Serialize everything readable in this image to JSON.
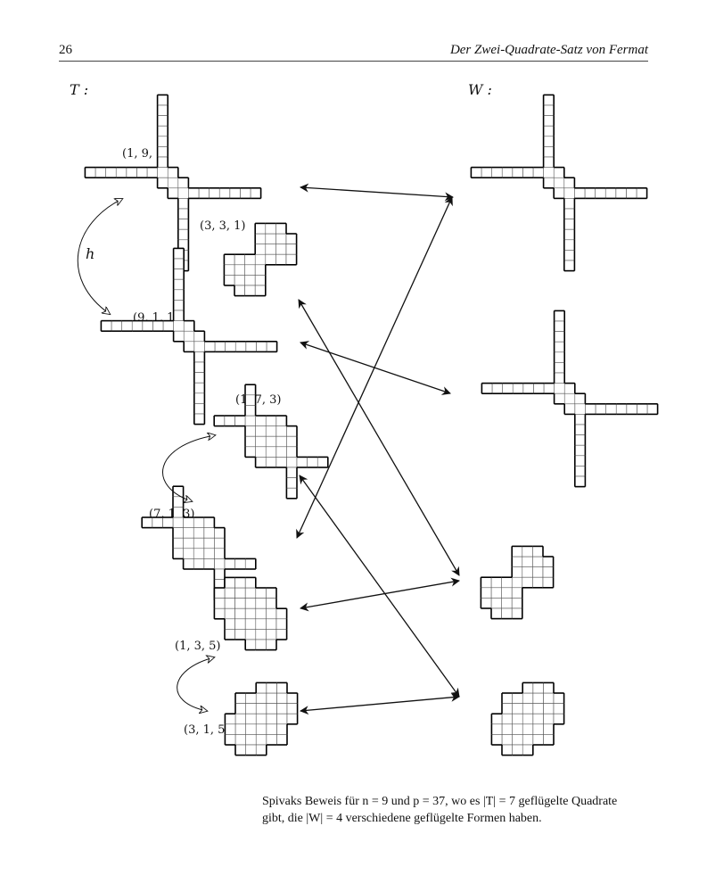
{
  "header": {
    "page_number": "26",
    "running_head": "Der Zwei-Quadrate-Satz von Fermat"
  },
  "figure": {
    "set_T_label": "T :",
    "set_W_label": "W :",
    "involution_label": "h",
    "triples": [
      "(1, 9, 1)",
      "(3, 3, 1)",
      "(9, 1, 1)",
      "(1, 7, 3)",
      "(7, 1, 3)",
      "(1, 3, 5)",
      "(3, 1, 5)"
    ]
  },
  "caption": {
    "line1": "Spivaks Beweis für n = 9 und p = 37, wo es |T| = 7 geflügelte Quadrate",
    "line2": "gibt, die |W| = 4 verschiedene geflügelte Formen haben."
  }
}
